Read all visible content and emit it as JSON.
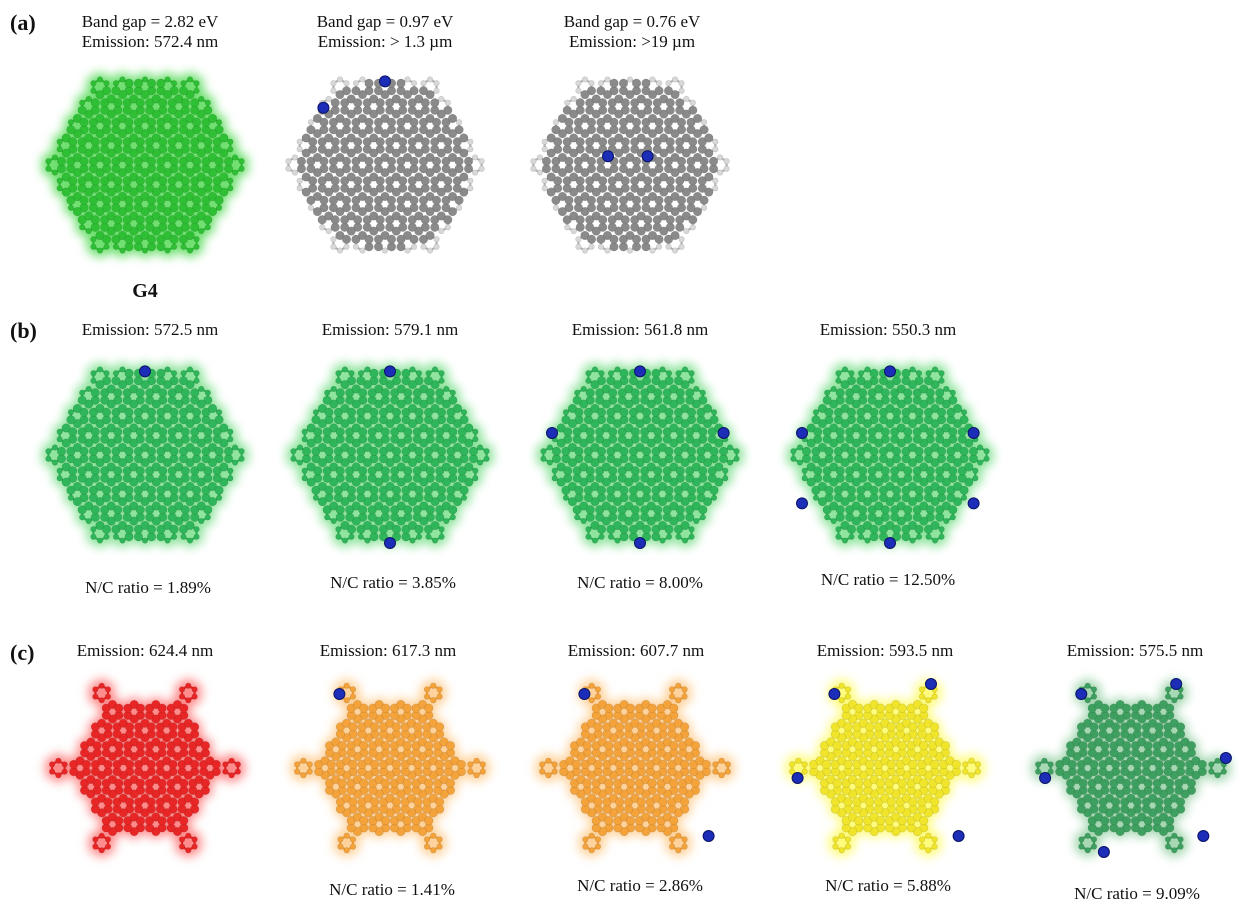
{
  "figure": {
    "panels": {
      "a": {
        "label": "(a)",
        "items": [
          {
            "line1": "Band gap = 2.82 eV",
            "line2": "Emission: 572.4 nm",
            "name": "G4",
            "color": "#2fbf35",
            "glow": "#6ee06f",
            "variant": "plain",
            "dopants": []
          },
          {
            "line1": "Band gap = 0.97 eV",
            "line2": "Emission: > 1.3 µm",
            "color": "#8a8a8a",
            "glow": "none",
            "variant": "plain",
            "dopants": [
              1,
              2
            ]
          },
          {
            "line1": "Band gap = 0.76 eV",
            "line2": "Emission: >19 µm",
            "color": "#8a8a8a",
            "glow": "none",
            "variant": "plain",
            "dopants": [
              3,
              4
            ]
          }
        ]
      },
      "b": {
        "label": "(b)",
        "items": [
          {
            "line1": "Emission: 572.5 nm",
            "ratio": "N/C ratio = 1.89%",
            "color": "#2fb55a",
            "glow": "#8ee49c",
            "variant": "plain",
            "dopants": [
              1
            ]
          },
          {
            "line1": "Emission: 579.1 nm",
            "ratio": "N/C ratio = 3.85%",
            "color": "#2fb55a",
            "glow": "#8ee49c",
            "variant": "plain",
            "dopants": [
              1,
              5
            ]
          },
          {
            "line1": "Emission: 561.8 nm",
            "ratio": "N/C ratio = 8.00%",
            "color": "#2fb55a",
            "glow": "#8ee49c",
            "variant": "plain",
            "dopants": [
              1,
              6,
              7,
              5
            ]
          },
          {
            "line1": "Emission: 550.3 nm",
            "ratio": "N/C ratio = 12.50%",
            "color": "#2fb55a",
            "glow": "#8ee49c",
            "variant": "plain",
            "dopants": [
              1,
              6,
              7,
              8,
              9,
              5
            ]
          }
        ]
      },
      "c": {
        "label": "(c)",
        "items": [
          {
            "line1": "Emission: 624.4 nm",
            "ratio": "",
            "color": "#e82626",
            "glow": "#ff8a8a",
            "variant": "star",
            "dopants": []
          },
          {
            "line1": "Emission: 617.3 nm",
            "ratio": "N/C ratio = 1.41%",
            "color": "#f4a23a",
            "glow": "#ffd29a",
            "variant": "star",
            "dopants": [
              10
            ]
          },
          {
            "line1": "Emission: 607.7 nm",
            "ratio": "N/C ratio = 2.86%",
            "color": "#f4a23a",
            "glow": "#ffd29a",
            "variant": "star",
            "dopants": [
              10,
              11
            ]
          },
          {
            "line1": "Emission: 593.5 nm",
            "ratio": "N/C ratio = 5.88%",
            "color": "#f0e52a",
            "glow": "#fffc7a",
            "variant": "star",
            "dopants": [
              10,
              12,
              13,
              11
            ]
          },
          {
            "line1": "Emission: 575.5 nm",
            "ratio": "N/C ratio = 9.09%",
            "color": "#3ea060",
            "glow": "#a5d8b2",
            "variant": "star",
            "dopants": [
              10,
              12,
              13,
              14,
              15,
              11
            ]
          }
        ]
      }
    }
  }
}
